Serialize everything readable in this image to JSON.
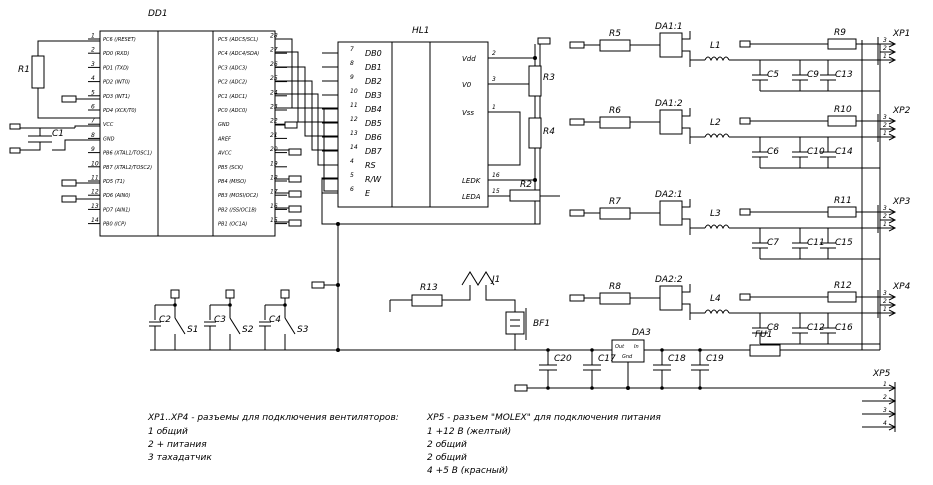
{
  "mcu": {
    "title": "DD1",
    "left_pins": [
      {
        "num": "1",
        "name": "PC6 (/RESET)"
      },
      {
        "num": "2",
        "name": "PD0 (RXD)"
      },
      {
        "num": "3",
        "name": "PD1 (TXD)"
      },
      {
        "num": "4",
        "name": "PD2 (INT0)"
      },
      {
        "num": "5",
        "name": "PD3 (INT1)"
      },
      {
        "num": "6",
        "name": "PD4 (XCK/T0)"
      },
      {
        "num": "7",
        "name": "VCC"
      },
      {
        "num": "8",
        "name": "GND"
      },
      {
        "num": "9",
        "name": "PB6 (XTAL1/TOSC1)"
      },
      {
        "num": "10",
        "name": "PB7 (XTAL2/TOSC2)"
      },
      {
        "num": "11",
        "name": "PD5 (T1)"
      },
      {
        "num": "12",
        "name": "PD6 (AIN0)"
      },
      {
        "num": "13",
        "name": "PD7 (AIN1)"
      },
      {
        "num": "14",
        "name": "PB0 (ICP)"
      }
    ],
    "right_pins": [
      {
        "num": "28",
        "name": "PC5 (ADC5/SCL)"
      },
      {
        "num": "27",
        "name": "PC4 (ADC4/SDA)"
      },
      {
        "num": "26",
        "name": "PC3 (ADC3)"
      },
      {
        "num": "25",
        "name": "PC2 (ADC2)"
      },
      {
        "num": "24",
        "name": "PC1 (ADC1)"
      },
      {
        "num": "23",
        "name": "PC0 (ADC0)"
      },
      {
        "num": "22",
        "name": "GND"
      },
      {
        "num": "21",
        "name": "AREF"
      },
      {
        "num": "20",
        "name": "AVCC"
      },
      {
        "num": "19",
        "name": "PB5 (SCK)"
      },
      {
        "num": "18",
        "name": "PB4 (MISO)"
      },
      {
        "num": "17",
        "name": "PB3 (MOSI/OC2)"
      },
      {
        "num": "16",
        "name": "PB2 (/SS/OC1B)"
      },
      {
        "num": "15",
        "name": "PB1 (OC1A)"
      }
    ]
  },
  "lcd": {
    "title": "HL1",
    "left_pins": [
      {
        "num": "7",
        "name": "DB0"
      },
      {
        "num": "8",
        "name": "DB1"
      },
      {
        "num": "9",
        "name": "DB2"
      },
      {
        "num": "10",
        "name": "DB3"
      },
      {
        "num": "11",
        "name": "DB4"
      },
      {
        "num": "12",
        "name": "DB5"
      },
      {
        "num": "13",
        "name": "DB6"
      },
      {
        "num": "14",
        "name": "DB7"
      },
      {
        "num": "4",
        "name": "RS"
      },
      {
        "num": "5",
        "name": "R/W"
      },
      {
        "num": "6",
        "name": "E"
      }
    ],
    "right_pins": [
      {
        "num": "2",
        "name": "Vdd"
      },
      {
        "num": "3",
        "name": "V0"
      },
      {
        "num": "1",
        "name": "Vss"
      },
      {
        "num": "16",
        "name": "LEDK"
      },
      {
        "num": "15",
        "name": "LEDA"
      }
    ]
  },
  "labels": {
    "r1": "R1",
    "c1": "C1",
    "r2": "R2",
    "r3": "R3",
    "r4": "R4",
    "r13": "R13",
    "j1": "J1",
    "bf1": "BF1",
    "c2": "C2",
    "c3": "C3",
    "c4": "C4",
    "s1": "S1",
    "s2": "S2",
    "s3": "S3",
    "da3": "DA3",
    "da3_out": "Out",
    "da3_in": "In",
    "da3_gnd": "Gnd",
    "c20": "C20",
    "c17": "C17",
    "c18": "C18",
    "c19": "C19",
    "fu1": "FU1",
    "xp5": "XP5"
  },
  "channels": [
    {
      "r_in": "R5",
      "da": "DA1:1",
      "l": "L1",
      "r_out": "R9",
      "c_a": "C5",
      "c_b": "C9",
      "c_c": "C13",
      "xp": "XP1"
    },
    {
      "r_in": "R6",
      "da": "DA1:2",
      "l": "L2",
      "r_out": "R10",
      "c_a": "C6",
      "c_b": "C10",
      "c_c": "C14",
      "xp": "XP2"
    },
    {
      "r_in": "R7",
      "da": "DA2:1",
      "l": "L3",
      "r_out": "R11",
      "c_a": "C7",
      "c_b": "C11",
      "c_c": "C15",
      "xp": "XP3"
    },
    {
      "r_in": "R8",
      "da": "DA2:2",
      "l": "L4",
      "r_out": "R12",
      "c_a": "C8",
      "c_b": "C12",
      "c_c": "C16",
      "xp": "XP4"
    }
  ],
  "connector_pins": [
    "3",
    "2",
    "1"
  ],
  "xp5_pins": [
    "1",
    "2",
    "3",
    "4"
  ],
  "notes": {
    "fan": {
      "title": "XP1..XP4 - разъемы для подключения вентиляторов:",
      "lines": [
        "1 общий",
        "2 + питания",
        "3 тахадатчик"
      ]
    },
    "molex": {
      "title": "XP5 - разъем \"MOLEX\" для подключения питания",
      "lines": [
        "1 +12 В (желтый)",
        "2 общий",
        "2 общий",
        "4 +5 В (красный)"
      ]
    }
  },
  "colors": {
    "ink": "#000000",
    "background": "#ffffff"
  }
}
